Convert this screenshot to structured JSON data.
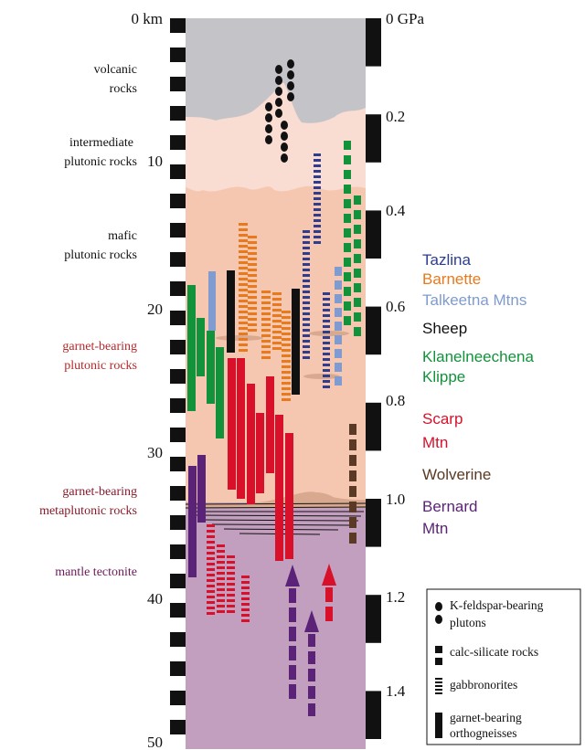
{
  "depth_axis": {
    "ticks": [
      {
        "label": "0 km",
        "km": 0
      },
      {
        "label": "10",
        "km": 10
      },
      {
        "label": "20",
        "km": 20
      },
      {
        "label": "30",
        "km": 30
      },
      {
        "label": "40",
        "km": 40
      },
      {
        "label": "50",
        "km": 50
      }
    ]
  },
  "pressure_axis": {
    "ticks": [
      {
        "label": "0 GPa",
        "gpa": 0
      },
      {
        "label": "0.2",
        "gpa": 0.2
      },
      {
        "label": "0.4",
        "gpa": 0.4
      },
      {
        "label": "0.6",
        "gpa": 0.6
      },
      {
        "label": "0.8",
        "gpa": 0.8
      },
      {
        "label": "1.0",
        "gpa": 1.0
      },
      {
        "label": "1.2",
        "gpa": 1.2
      },
      {
        "label": "1.4",
        "gpa": 1.4
      }
    ]
  },
  "rock_labels": [
    {
      "key": "volcanic",
      "lines": [
        "volcanic",
        "rocks"
      ],
      "color": "#111111"
    },
    {
      "key": "intermediate",
      "lines": [
        "intermediate",
        "plutonic rocks"
      ],
      "color": "#111111"
    },
    {
      "key": "mafic",
      "lines": [
        "mafic",
        "plutonic rocks"
      ],
      "color": "#111111"
    },
    {
      "key": "garnet_plutonic",
      "lines": [
        "garnet-bearing",
        "plutonic rocks"
      ],
      "color": "#b8282a"
    },
    {
      "key": "garnet_metaplutonic",
      "lines": [
        "garnet-bearing",
        "metaplutonic rocks"
      ],
      "color": "#8a1a2a"
    },
    {
      "key": "mantle",
      "lines": [
        "mantle tectonite"
      ],
      "color": "#6b1a5a"
    }
  ],
  "localities": [
    {
      "lines": [
        "Tazlina"
      ],
      "color": "#2e3d8f"
    },
    {
      "lines": [
        "Barnette"
      ],
      "color": "#e87a1c"
    },
    {
      "lines": [
        "Talkeetna Mtns"
      ],
      "color": "#7f9bcf"
    },
    {
      "lines": [
        "Sheep"
      ],
      "color": "#111111"
    },
    {
      "lines": [
        "Klanelneechena",
        "Klippe"
      ],
      "color": "#12923a"
    },
    {
      "lines": [
        "Scarp",
        "Mtn"
      ],
      "color": "#d8102a"
    },
    {
      "lines": [
        "Wolverine"
      ],
      "color": "#5a3a24"
    },
    {
      "lines": [
        "Bernard",
        "Mtn"
      ],
      "color": "#5a2378"
    }
  ],
  "legend": {
    "items": [
      {
        "lines": [
          "K-feldspar-bearing",
          "plutons"
        ],
        "icon": "oval-dots-icon"
      },
      {
        "lines": [
          "calc-silicate rocks"
        ],
        "icon": "dashed-squares-icon"
      },
      {
        "lines": [
          "gabbronorites"
        ],
        "icon": "fine-dash-icon"
      },
      {
        "lines": [
          "garnet-bearing",
          "orthogneisses"
        ],
        "icon": "solid-bar-icon"
      }
    ]
  },
  "colors": {
    "volcanic": "#c4c4c8",
    "intermediate": "#f9dcd2",
    "mafic": "#f5c7b1",
    "mantle": "#c39fbf",
    "tazlina": "#2e3d8f",
    "barnette": "#e87a1c",
    "talkeetna": "#7f9bcf",
    "sheep": "#111111",
    "klanelneechena": "#12923a",
    "scarp": "#d8102a",
    "wolverine": "#5a3a24",
    "bernard": "#5a2378"
  }
}
